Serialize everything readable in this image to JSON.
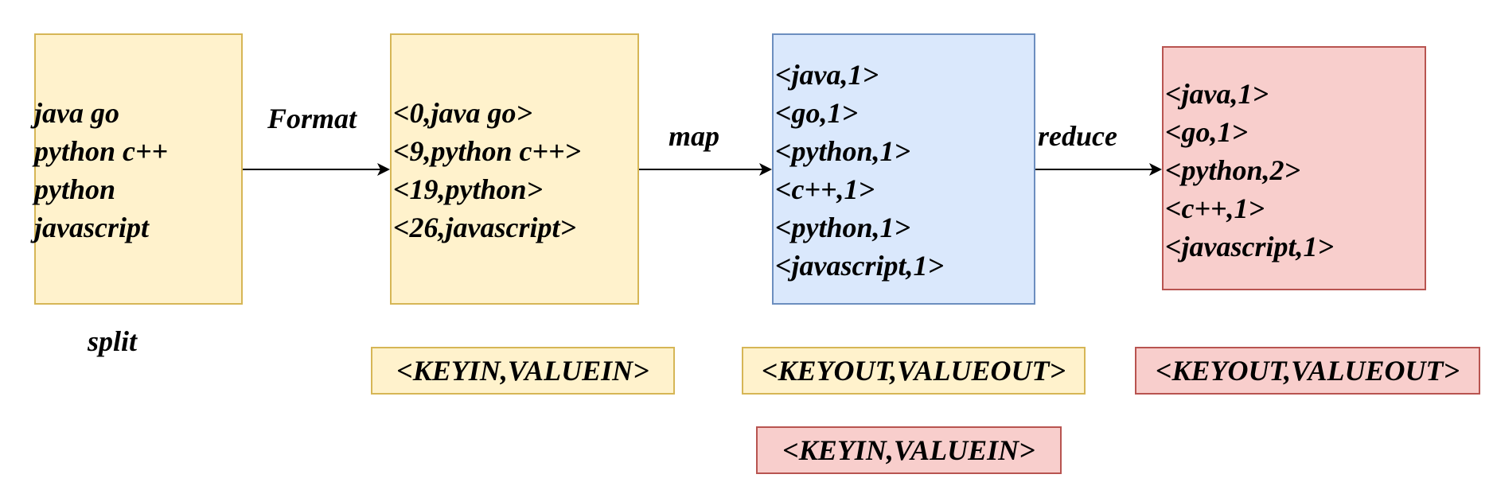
{
  "split_box": {
    "lines": [
      "java go",
      "python c++",
      "python",
      "javascript"
    ],
    "caption": "split"
  },
  "format_box": {
    "lines": [
      "<0,java go>",
      "<9,python c++>",
      "<19,python>",
      "<26,javascript>"
    ]
  },
  "map_box": {
    "lines": [
      "<java,1>",
      "<go,1>",
      "<python,1>",
      "<c++,1>",
      "<python,1>",
      "<javascript,1>"
    ]
  },
  "reduce_box": {
    "lines": [
      "<java,1>",
      "<go,1>",
      "<python,2>",
      "<c++,1>",
      "<javascript,1>"
    ]
  },
  "arrows": {
    "format": "Format",
    "map": "map",
    "reduce": "reduce"
  },
  "tags": {
    "map_in": "<KEYIN,VALUEIN>",
    "map_out": "<KEYOUT,VALUEOUT>",
    "reduce_in": "<KEYIN,VALUEIN>",
    "reduce_out": "<KEYOUT,VALUEOUT>"
  },
  "colors": {
    "yellow_fill": "#fff2cc",
    "yellow_stroke": "#d6b656",
    "blue_fill": "#dae8fc",
    "blue_stroke": "#6c8ebf",
    "red_fill": "#f8cecc",
    "red_stroke": "#b85450"
  }
}
